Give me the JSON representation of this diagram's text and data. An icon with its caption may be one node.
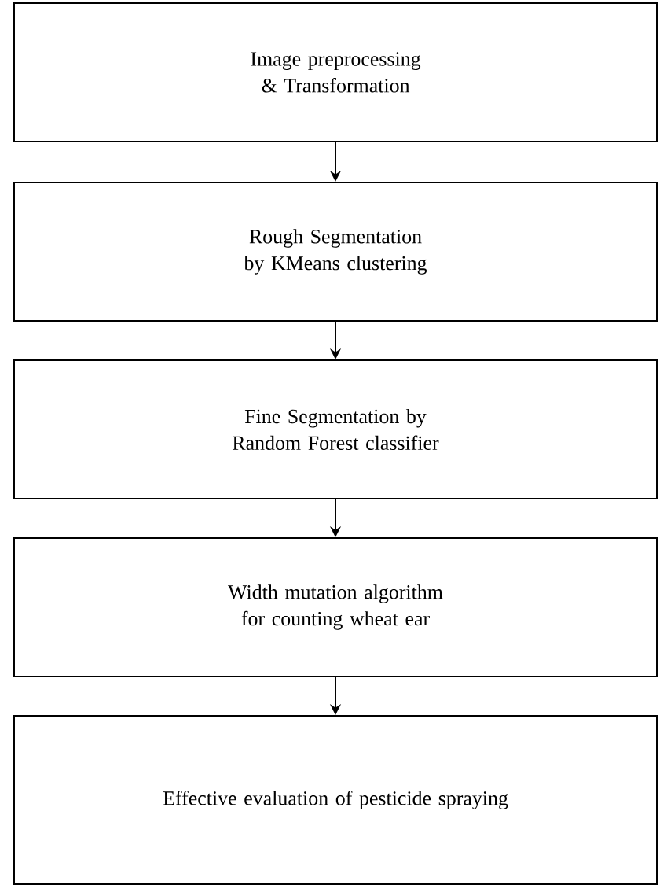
{
  "diagram": {
    "nodes": [
      {
        "text": [
          "Image preprocessing & Transformation"
        ]
      },
      {
        "text": [
          "Rough Segmentation by KMeans clustering"
        ]
      },
      {
        "text": [
          "Fine Segmentation by Random Forest classifier"
        ]
      },
      {
        "text": [
          "Width mutation algorithm for counting wheat ear"
        ]
      },
      {
        "text": [
          "Effective evaluation of pesticide spraying"
        ]
      }
    ],
    "edges": [
      {
        "from": 0,
        "to": 1,
        "arrow": "to"
      },
      {
        "from": 1,
        "to": 2,
        "arrow": "to"
      },
      {
        "from": 2,
        "to": 3,
        "arrow": "to"
      },
      {
        "from": 3,
        "to": 4,
        "arrow": "to"
      }
    ]
  }
}
